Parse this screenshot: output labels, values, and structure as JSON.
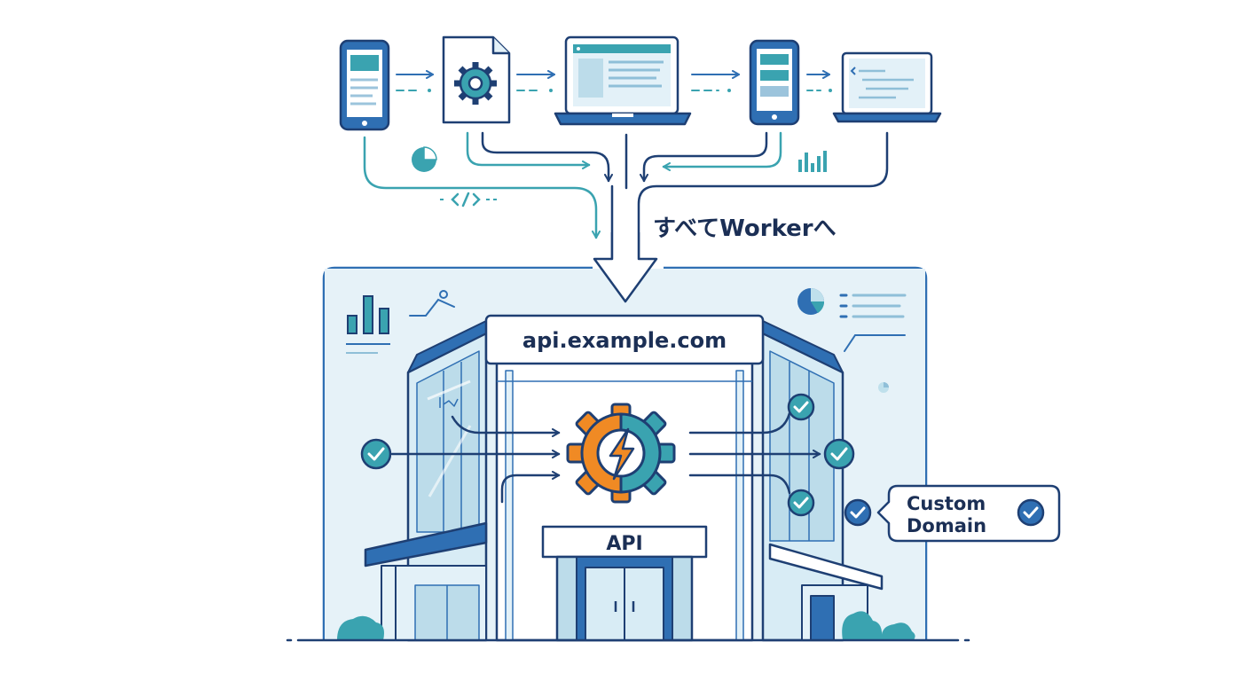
{
  "caption": "すべてWorkerへ",
  "domain_label": "api.example.com",
  "api_sign": "API",
  "custom_domain_label": [
    "Custom",
    "Domain"
  ],
  "colors": {
    "navy": "#1e3f73",
    "blue": "#2f6fb3",
    "teal": "#3aa3b0",
    "orange": "#f08a24",
    "light_blue": "#e3f1f8",
    "glass": "#cfe7f2"
  },
  "top_devices": [
    {
      "kind": "smartphone",
      "name": "phone-device"
    },
    {
      "kind": "document-gear",
      "name": "config-document"
    },
    {
      "kind": "laptop",
      "name": "laptop-browser"
    },
    {
      "kind": "tablet",
      "name": "tablet-device"
    },
    {
      "kind": "laptop-code",
      "name": "laptop-code-editor"
    }
  ],
  "icons": [
    "pie-chart-icon",
    "code-tag-icon",
    "bar-chart-icon",
    "gear-bolt-icon",
    "check-circle-icon"
  ]
}
